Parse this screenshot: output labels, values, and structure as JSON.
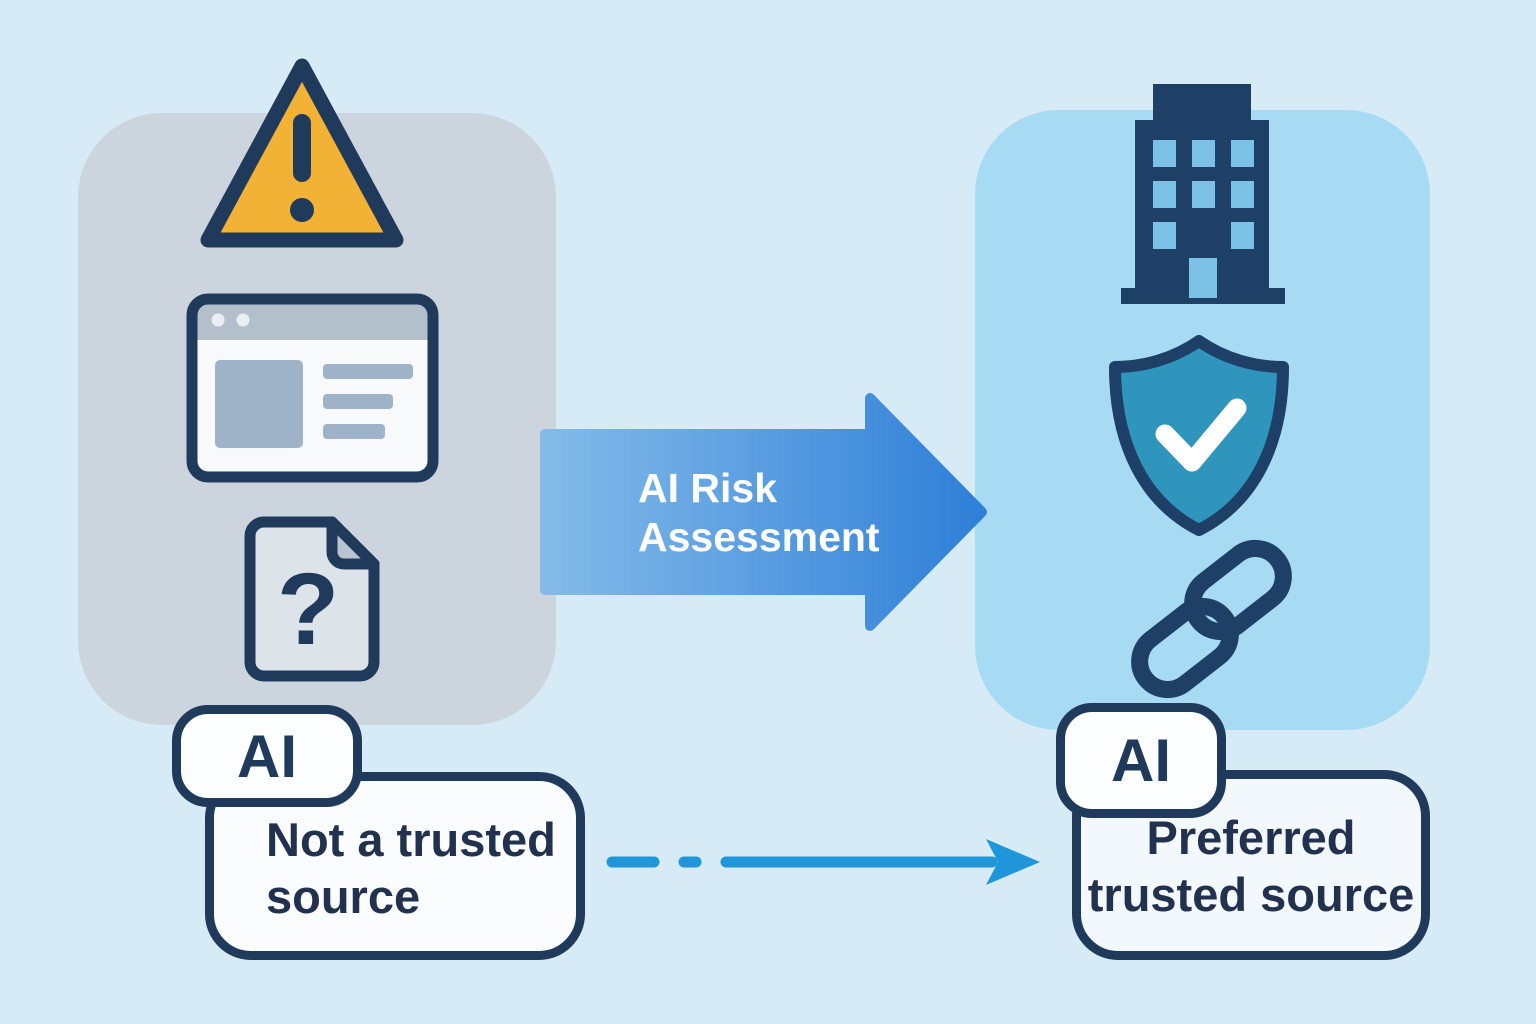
{
  "title": "AI Risk Assessment diagram",
  "colors": {
    "background": "#d7ebf7",
    "left_panel": "#ccd5dd",
    "right_panel": "#a7daf3",
    "outline_navy": "#203a5c",
    "warning_yellow": "#f1b235",
    "arrow_gradient_start": "#84bbe9",
    "arrow_gradient_end": "#2f7fd8",
    "shield_teal": "#2f95bd",
    "dashed_arrow_blue": "#1f96d9",
    "icon_muted_blue": "#9fb3c8"
  },
  "left": {
    "badge": "AI",
    "caption": [
      "Not a trusted",
      "source"
    ],
    "document_glyph": "?",
    "icons": [
      "warning-triangle",
      "browser-window",
      "unknown-document"
    ]
  },
  "arrow": {
    "label": [
      "AI Risk",
      "Assessment"
    ]
  },
  "right": {
    "badge": "AI",
    "caption": [
      "Preferred",
      "trusted source"
    ],
    "icons": [
      "office-building",
      "shield-check",
      "chain-link"
    ]
  }
}
